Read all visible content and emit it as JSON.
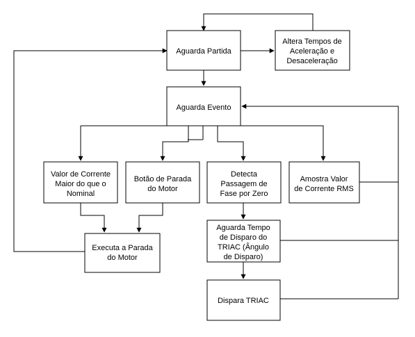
{
  "nodes": {
    "aguarda_partida": [
      "Aguarda Partida"
    ],
    "altera_tempos": [
      "Altera Tempos de",
      "Aceleração e",
      "Desaceleração"
    ],
    "aguarda_evento": [
      "Aguarda Evento"
    ],
    "valor_corrente": [
      "Valor de Corrente",
      "Maior do que o",
      "Nominal"
    ],
    "botao_parada": [
      "Botão de Parada",
      "do Motor"
    ],
    "detecta_passagem": [
      "Detecta",
      "Passagem de",
      "Fase por Zero"
    ],
    "amostra_valor": [
      "Amostra Valor",
      "de Corrente RMS"
    ],
    "aguarda_tempo": [
      "Aguarda Tempo",
      "de Disparo do",
      "TRIAC (Ângulo",
      "de Disparo)"
    ],
    "executa_parada": [
      "Executa a Parada",
      "do Motor"
    ],
    "dispara_triac": [
      "Dispara TRIAC"
    ]
  }
}
